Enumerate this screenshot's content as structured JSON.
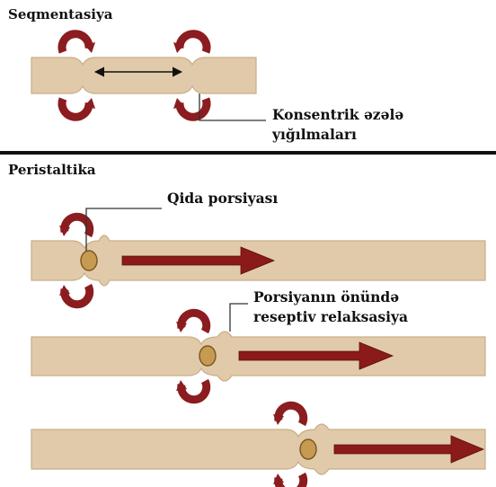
{
  "sections": {
    "segmentation": {
      "title": "Seqmentasiya"
    },
    "peristalsis": {
      "title": "Peristaltika"
    }
  },
  "labels": {
    "contractions_line1": "Konsentrik əzələ",
    "contractions_line2": "yığılmaları",
    "food_bolus": "Qida porsiyası",
    "relaxation_line1": "Porsiyanın önündə",
    "relaxation_line2": "reseptiv relaksasiya"
  },
  "colors": {
    "tube": "#e1caa9",
    "tube_edge": "#c9ad87",
    "muscle": "#8b1c1f",
    "arrow": "#8b1a1a",
    "bolus": "#c79a52",
    "bolus_edge": "#7a5520",
    "divider": "#111111",
    "leader": "#333333"
  }
}
